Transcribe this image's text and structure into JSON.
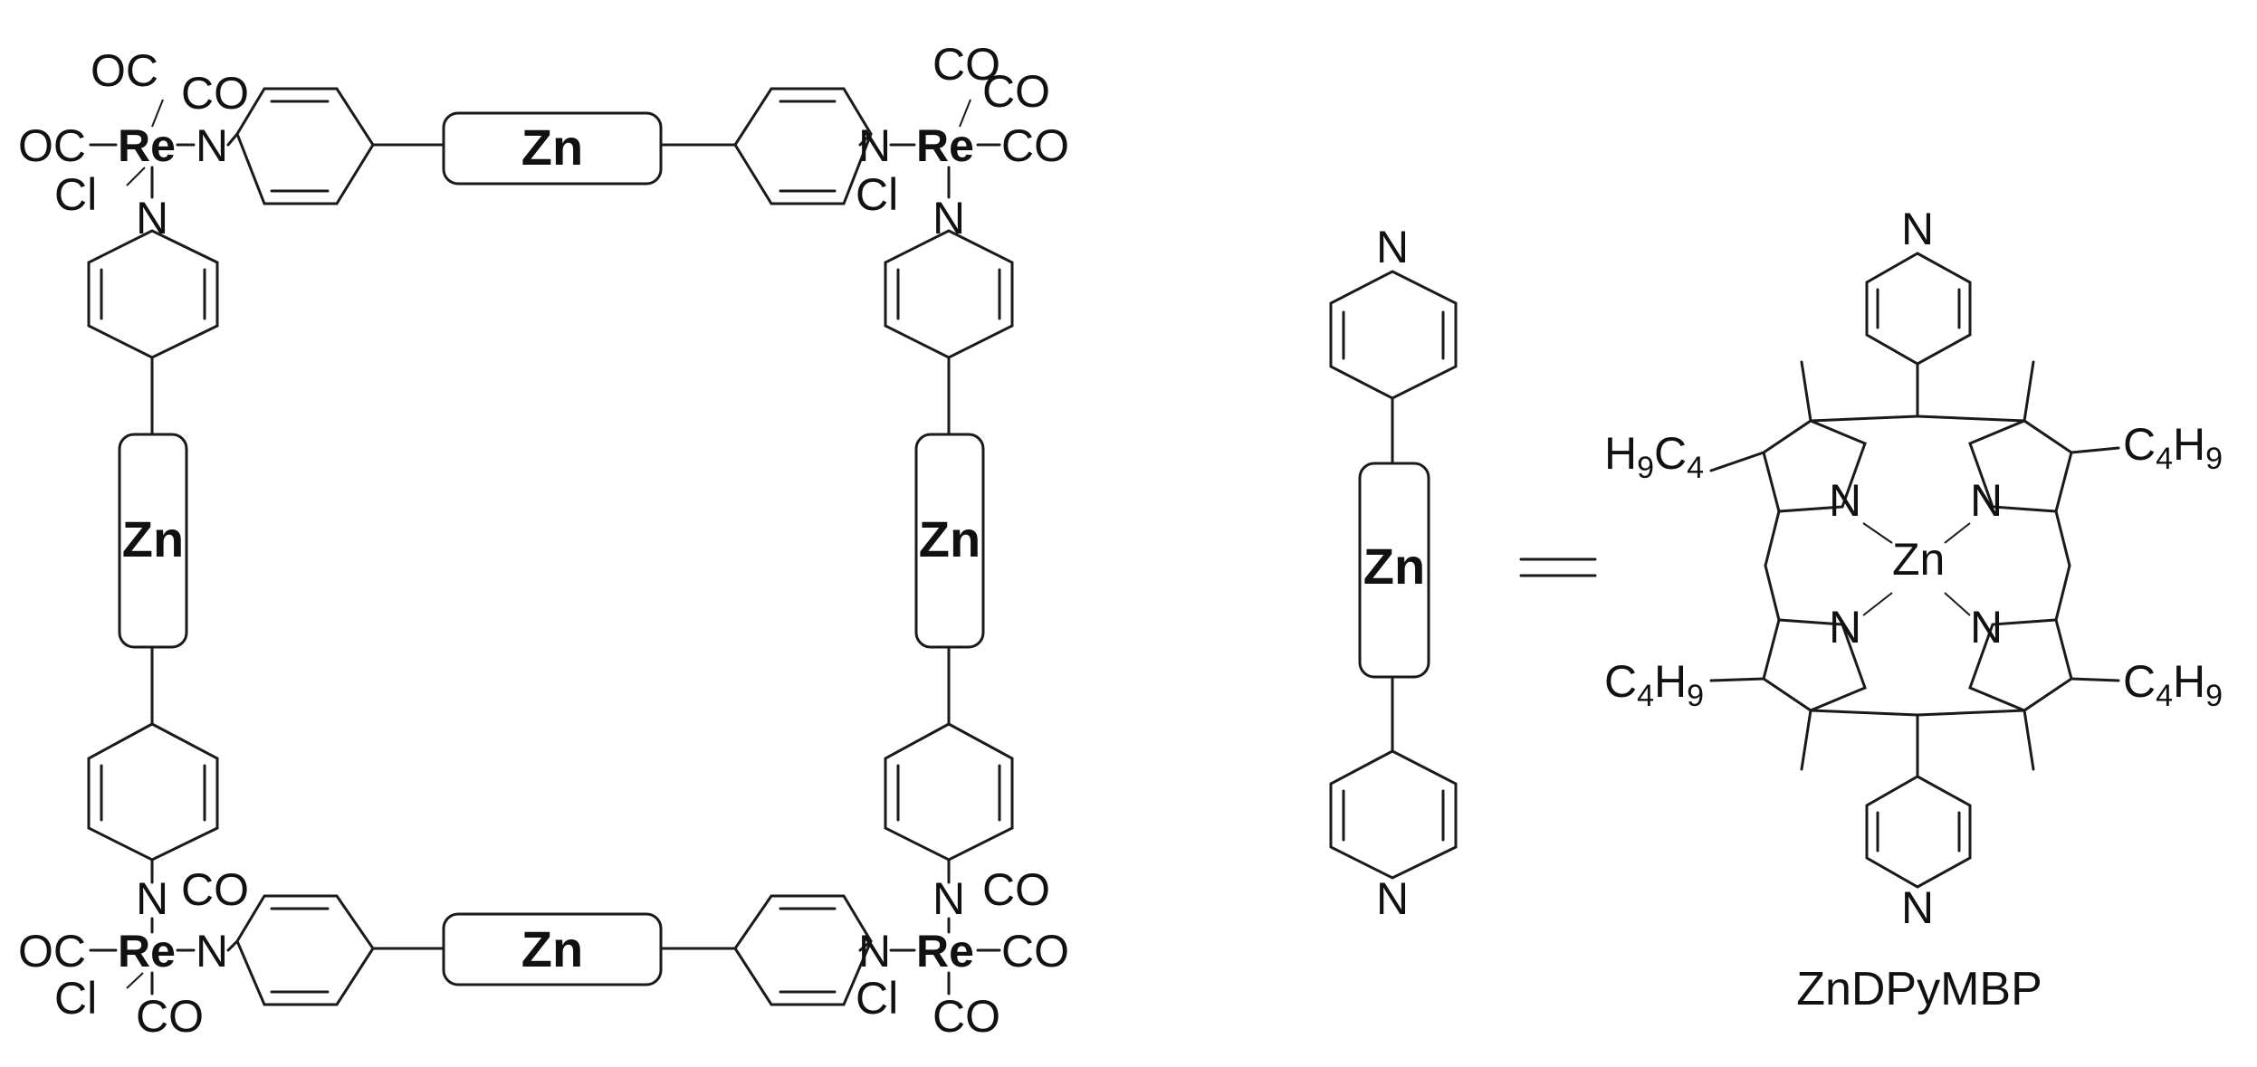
{
  "labels": {
    "zn": "Zn",
    "re": "Re",
    "n": "N",
    "oc": "OC",
    "co": "CO",
    "cl": "Cl",
    "c4": "C",
    "c4sub": "4",
    "h9": "H",
    "h9sub": "9",
    "equals": "═",
    "caption": "ZnDPyMBP"
  },
  "colors": {
    "line": "#1a1a1a",
    "text": "#111111",
    "background": "#ffffff"
  }
}
